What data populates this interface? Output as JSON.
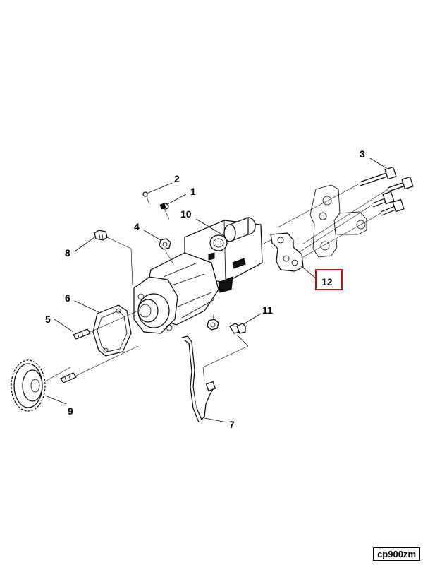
{
  "callouts": {
    "c1": "1",
    "c2": "2",
    "c3": "3",
    "c4": "4",
    "c5": "5",
    "c6": "6",
    "c7": "7",
    "c8": "8",
    "c9": "9",
    "c10": "10",
    "c11": "11",
    "c12": "12"
  },
  "highlighted_callout": "12",
  "highlight_color": "#d6001c",
  "figure_code": "cp900zm"
}
